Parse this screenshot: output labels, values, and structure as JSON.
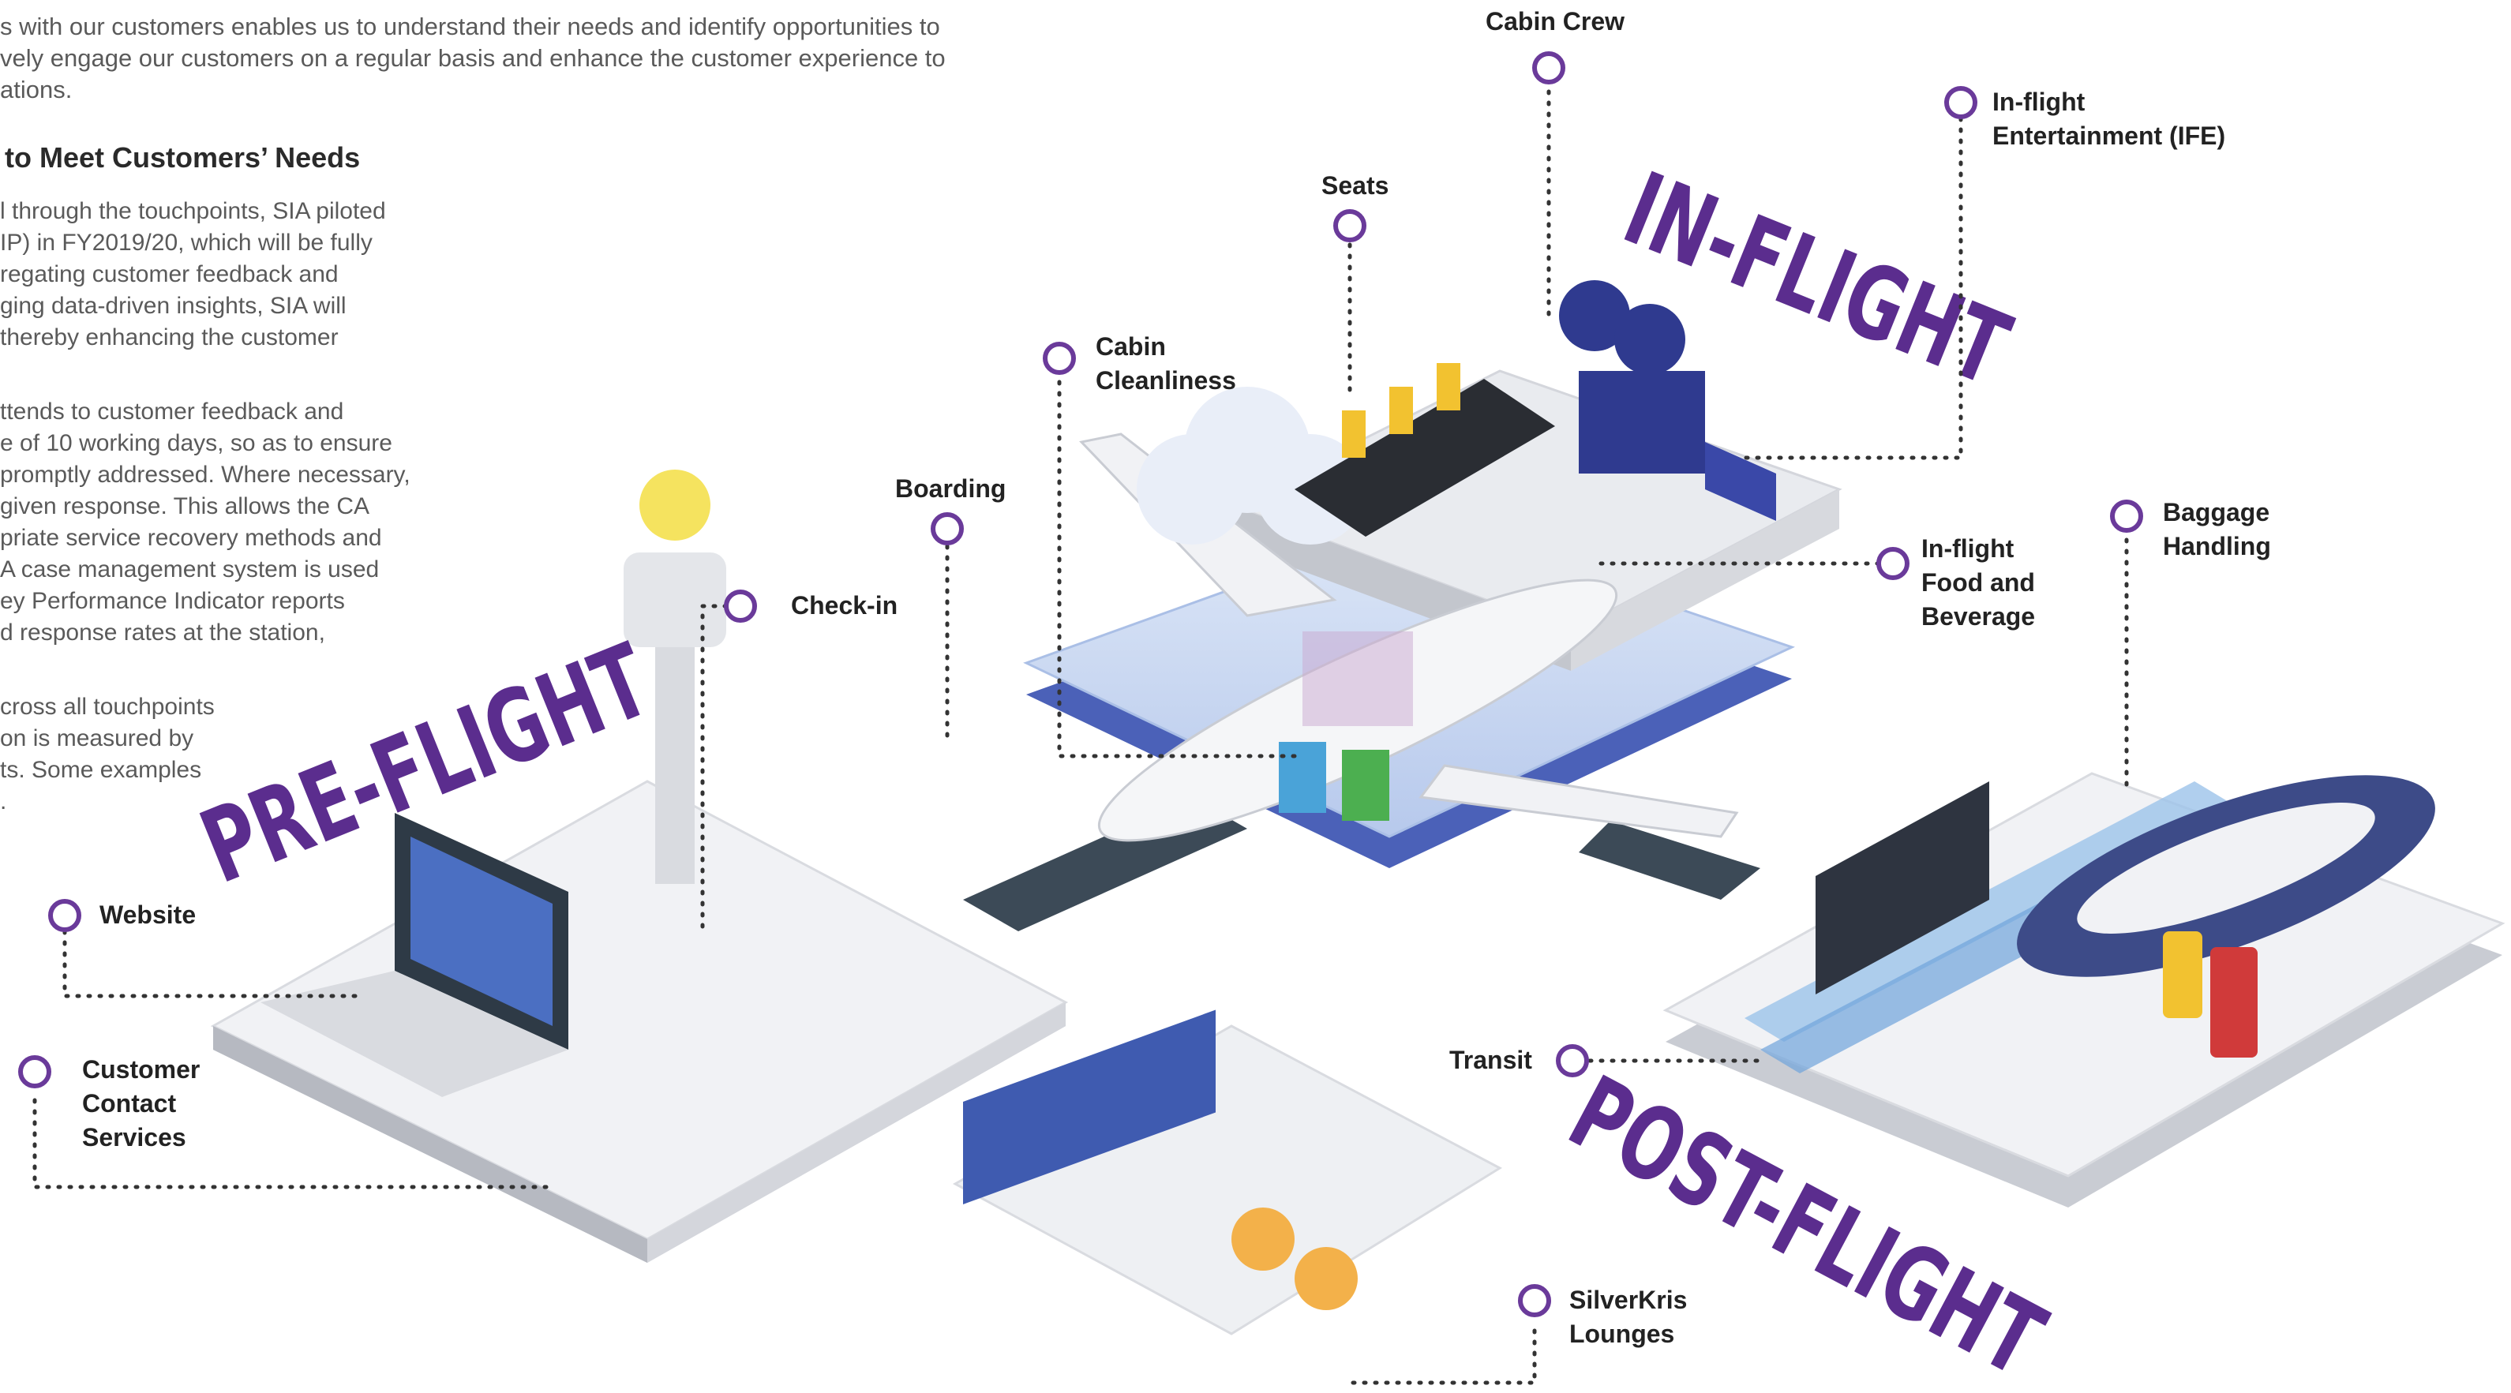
{
  "intro_lines": [
    "s with our customers enables us to understand their needs and identify opportunities to",
    "vely engage our customers on a regular basis and enhance the customer experience to",
    "ations."
  ],
  "heading": "to Meet Customers’ Needs",
  "para1": [
    "l through the touchpoints, SIA piloted",
    "IP) in FY2019/20, which will be fully",
    "regating customer feedback and",
    "ging data-driven insights, SIA will",
    "thereby enhancing the customer"
  ],
  "para2": [
    "ttends to customer feedback and",
    "e of 10 working days, so as to ensure",
    "promptly addressed. Where necessary,",
    "given response. This allows the CA",
    "priate service recovery methods and",
    "A case management system is used",
    "ey Performance Indicator reports",
    "d response rates at the station,"
  ],
  "para3": [
    "cross all touchpoints",
    "on is measured by",
    "ts. Some examples",
    "."
  ],
  "stages": {
    "pre_flight": "PRE-FLIGHT",
    "in_flight": "IN-FLIGHT",
    "post_flight": "POST-FLIGHT"
  },
  "touchpoints": {
    "cabin_crew": [
      "Cabin Crew"
    ],
    "ife": [
      "In-flight",
      "Entertainment (IFE)"
    ],
    "seats": [
      "Seats"
    ],
    "cabin_cleanliness": [
      "Cabin",
      "Cleanliness"
    ],
    "boarding": [
      "Boarding"
    ],
    "check_in": [
      "Check-in"
    ],
    "food_beverage": [
      "In-flight",
      "Food and",
      "Beverage"
    ],
    "baggage": [
      "Baggage",
      "Handling"
    ],
    "website": [
      "Website"
    ],
    "customer_contact": [
      "Customer",
      "Contact",
      "Services"
    ],
    "transit": [
      "Transit"
    ],
    "lounges": [
      "SilverKris",
      "Lounges"
    ]
  },
  "colors": {
    "accent_purple": "#5b2d8e",
    "marker_purple": "#6a3a9a",
    "platform_light": "#eef0f3",
    "platform_blue": "#c9d9f2",
    "body_text": "#5a5a5a"
  }
}
